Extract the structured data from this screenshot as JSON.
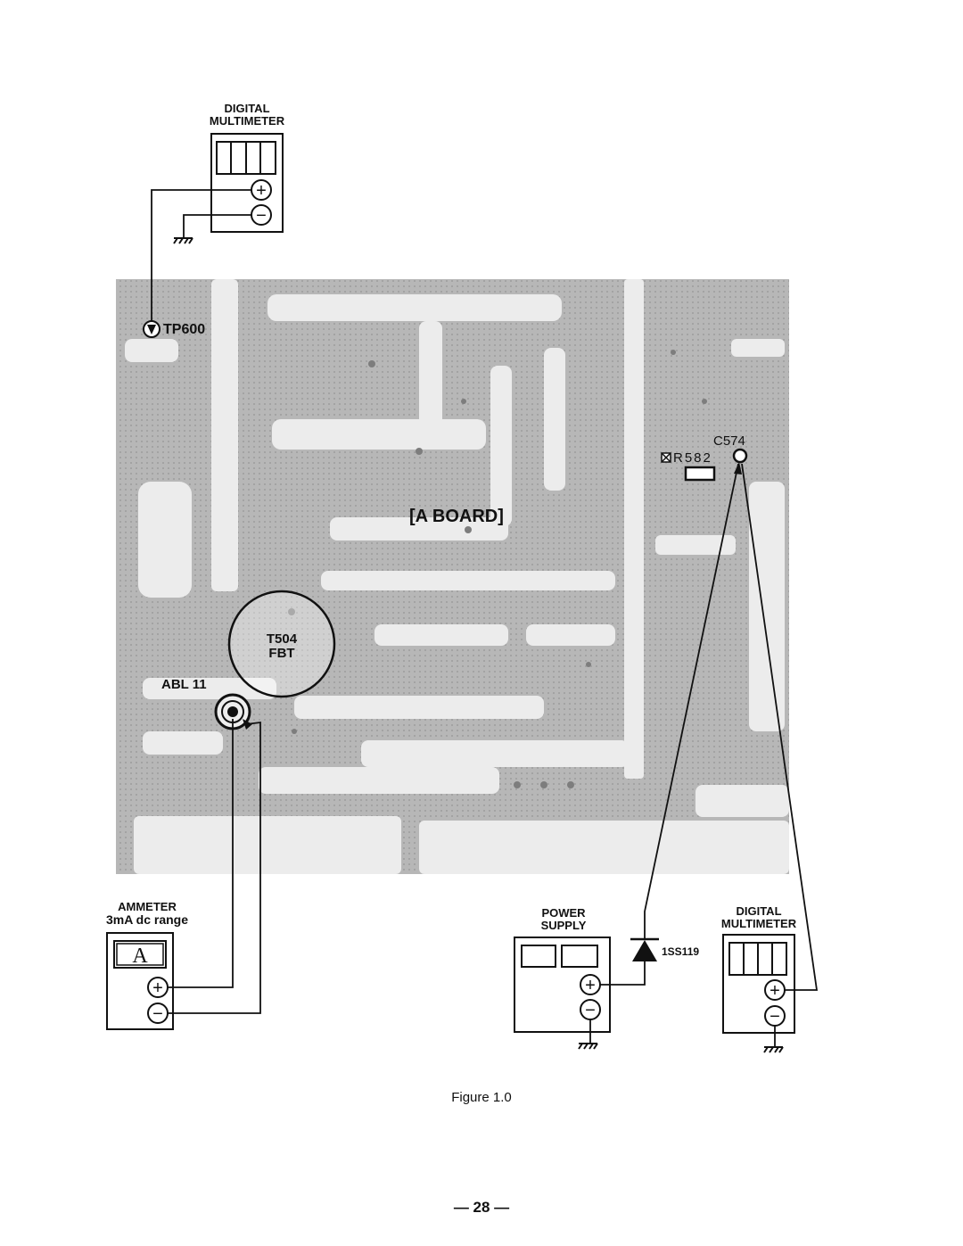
{
  "meters": {
    "top_dmm": {
      "label_line1": "DIGITAL",
      "label_line2": "MULTIMETER"
    },
    "ammeter": {
      "label_line1": "AMMETER",
      "label_line2": "3mA dc range",
      "display_glyph": "A"
    },
    "power_supply": {
      "label_line1": "POWER",
      "label_line2": "SUPPLY"
    },
    "right_dmm": {
      "label_line1": "DIGITAL",
      "label_line2": "MULTIMETER"
    }
  },
  "board": {
    "title": "[A BOARD]",
    "tp600": "TP600",
    "c574": "C574",
    "r582": "R582",
    "t504_line1": "T504",
    "t504_line2": "FBT",
    "abl": "ABL 11",
    "diode": "1SS119"
  },
  "symbols": {
    "plus": "+",
    "minus": "−"
  },
  "caption": "Figure 1.0",
  "page_number": "— 28 —"
}
